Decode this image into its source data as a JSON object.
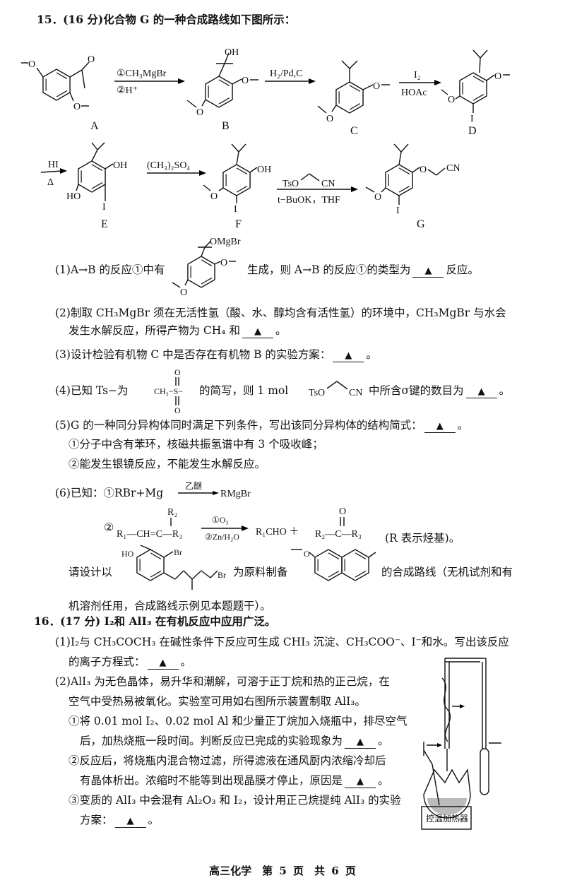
{
  "q15": {
    "title": "15．(16 分)化合物 G 的一种合成路线如下图所示：",
    "scheme": {
      "labels": [
        "A",
        "B",
        "C",
        "D",
        "E",
        "F",
        "G"
      ],
      "reagents": {
        "ab1": "①CH₃MgBr",
        "ab2": "②H⁺",
        "bc": "H₂/Pd,C",
        "cd1": "I₂",
        "cd2": "HOAc",
        "de1": "HI",
        "de2": "Δ",
        "ef": "(CH₃)₂SO₄",
        "fg1a": "TsO",
        "fg1b": "CN",
        "fg2": "t−BuOK，THF"
      },
      "atoms": {
        "o": "O",
        "oh": "OH",
        "ho": "HO",
        "i": "I",
        "cn": "CN",
        "omgbr": "OMgBr",
        "br": "Br"
      }
    },
    "q1": {
      "pre": "(1)A→B 的反应①中有",
      "mid": "生成，则 A→B 的反应①的类型为",
      "blank": "▲",
      "post": "反应。"
    },
    "q2": {
      "line1": "(2)制取 CH₃MgBr 须在无活性氢（酸、水、醇均含有活性氢）的环境中，CH₃MgBr 与水会",
      "line2": "发生水解反应，所得产物为 CH₄ 和",
      "blank": "▲",
      "post": "。"
    },
    "q3": {
      "text": "(3)设计检验有机物 C 中是否存在有机物 B 的实验方案：",
      "blank": "▲",
      "post": "。"
    },
    "q4": {
      "pre": "(4)已知 Ts−为",
      "formula": "CH₃−S−",
      "o": "O",
      "mid": "的简写，则 1 mol",
      "tso": "TsO",
      "cn": "CN",
      "post_text": "中所含σ键的数目为",
      "blank": "▲",
      "post": "。"
    },
    "q5": {
      "text": "(5)G 的一种同分异构体同时满足下列条件，写出该同分异构体的结构简式：",
      "blank": "▲",
      "post": "。",
      "c1": "①分子中含有苯环，核磁共振氢谱中有 3 个吸收峰；",
      "c2": "②能发生银镜反应，不能发生水解反应。"
    },
    "q6": {
      "known": "(6)已知：①RBr+Mg",
      "ether": "乙醚",
      "rmgbr": "RMgBr",
      "r2_num": "②",
      "alkene": "R₁—CH=C—R₃",
      "r2": "R₂",
      "o3": "①O₃",
      "zn": "②Zn/H₂O",
      "prod1": "R₁CHO ＋",
      "ketone": "R₂—C—R₃",
      "o": "O",
      "note": "(R 表示烃基)。",
      "design_pre": "请设计以",
      "design_mid": "为原料制备",
      "design_post": "的合成路线（无机试剂和有",
      "design_line2": "机溶剂任用，合成路线示例见本题题干）。"
    }
  },
  "q16": {
    "title": "16．(17 分) I₂和 AlI₃ 在有机反应中应用广泛。",
    "p1_line1": "(1)I₂与 CH₃COCH₃ 在碱性条件下反应可生成 CHI₃ 沉淀、CH₃COO⁻、I⁻和水。写出该反应",
    "p1_line2": "的离子方程式：",
    "blank": "▲",
    "post": "。",
    "p2_line1": "(2)AlI₃ 为无色晶体，易升华和潮解，可溶于正丁烷和热的正己烷，在",
    "p2_line2": "空气中受热易被氧化。实验室可用如右图所示装置制取 AlI₃。",
    "s1_line1": "①将 0.01 mol I₂、0.02 mol Al 和少量正丁烷加入烧瓶中，排尽空气",
    "s1_line2": "后，加热烧瓶一段时间。判断反应已完成的实验现象为",
    "s2_line1": "②反应后，将烧瓶内混合物过滤，所得滤液在通风厨内浓缩冷却后",
    "s2_line2": "有晶体析出。浓缩时不能等到出现晶膜才停止，原因是",
    "s3_line1": "③变质的 AlI₃ 中会混有 Al₂O₃ 和 I₂，设计用正己烷提纯 AlI₃ 的实验",
    "s3_line2": "方案：",
    "apparatus_label": "控温加热器"
  },
  "footer": "高三化学　第 5 页　共 6 页"
}
